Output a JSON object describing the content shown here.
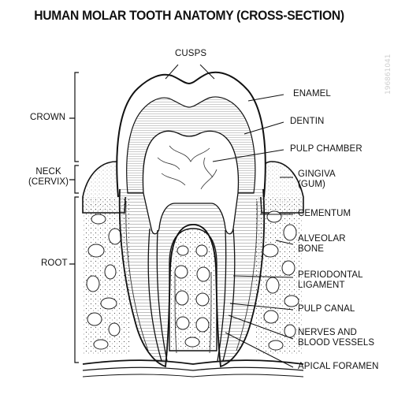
{
  "title": "HUMAN MOLAR TOOTH ANATOMY (CROSS-SECTION)",
  "top_label": "CUSPS",
  "left_labels": {
    "crown": "CROWN",
    "neck_line1": "NECK",
    "neck_line2": "(CERVIX)",
    "root": "ROOT"
  },
  "right_labels": [
    {
      "id": "enamel",
      "lines": [
        "ENAMEL"
      ]
    },
    {
      "id": "dentin",
      "lines": [
        "DENTIN"
      ]
    },
    {
      "id": "pulp-chamber",
      "lines": [
        "PULP CHAMBER"
      ]
    },
    {
      "id": "gingiva",
      "lines": [
        "GINGIVA",
        "(GUM)"
      ]
    },
    {
      "id": "cementum",
      "lines": [
        "CEMENTUM"
      ]
    },
    {
      "id": "alveolar-bone",
      "lines": [
        "ALVEOLAR",
        "BONE"
      ]
    },
    {
      "id": "periodontal-ligament",
      "lines": [
        "PERIODONTAL",
        "LIGAMENT"
      ]
    },
    {
      "id": "pulp-canal",
      "lines": [
        "PULP CANAL"
      ]
    },
    {
      "id": "nerves",
      "lines": [
        "NERVES AND",
        "BLOOD VESSELS"
      ]
    },
    {
      "id": "apical-foramen",
      "lines": [
        "APICAL FORAMEN"
      ]
    }
  ],
  "watermark_id": "196861041"
}
